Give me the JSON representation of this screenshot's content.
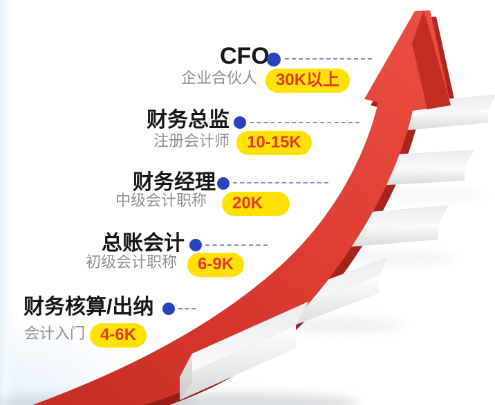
{
  "title_hint": "会计职业晋升阶梯图 (accounting career ladder infographic)",
  "colors": {
    "background": "#ffffff",
    "left_edge_tint": "#e7f1fa",
    "arrow_red": "#dc3a2f",
    "arrow_dark_red": "#a8241c",
    "step_white": "#f5f6f7",
    "badge_bg": "#ffe103",
    "badge_text": "#e43a2c",
    "dot_blue": "#2843bf",
    "dash_blue": "#7b8ed1",
    "title_text": "#161616",
    "subtitle_text": "#8f8f8f"
  },
  "graphic": {
    "arrow_icon": "red-growth-arrow-icon",
    "steps_count": 5
  },
  "levels": [
    {
      "title": "CFO",
      "subtitle": "企业合伙人",
      "salary": "30K以上"
    },
    {
      "title": "财务总监",
      "subtitle": "注册会计师",
      "salary": "10-15K"
    },
    {
      "title": "财务经理",
      "subtitle": "中级会计职称",
      "salary": "20K"
    },
    {
      "title": "总账会计",
      "subtitle": "初级会计职称",
      "salary": "6-9K"
    },
    {
      "title": "财务核算/出纳",
      "subtitle": "会计入门",
      "salary": "4-6K"
    }
  ]
}
